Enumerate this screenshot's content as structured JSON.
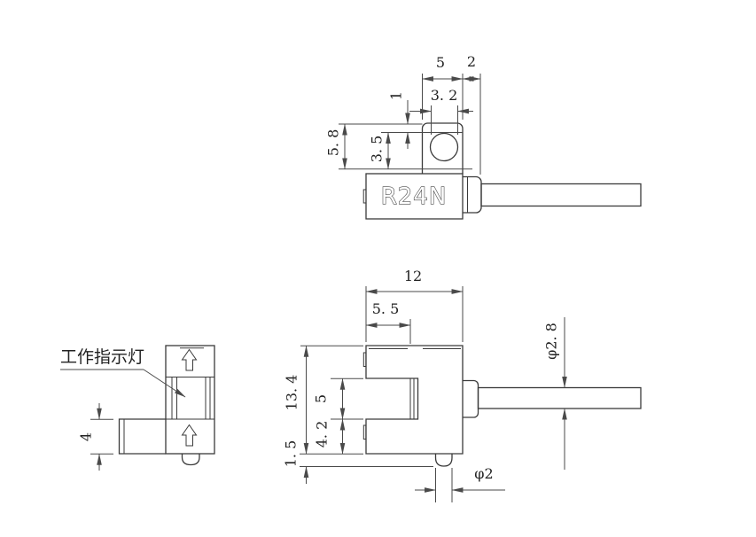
{
  "drawing": {
    "title": "slot photoelectric sensor dimension drawing",
    "colors": {
      "line": "#3a3a3a",
      "dimension": "#4a4a4a",
      "text": "#222222",
      "background": "#ffffff"
    },
    "top_view": {
      "model_label": "R24N",
      "dim_width_5": "5",
      "dim_width_2": "2",
      "dim_hole_3_2": "3. 2",
      "dim_offset_1": "1",
      "dim_depth_3_5": "3. 5",
      "dim_height_5_8": "5. 8"
    },
    "front_view": {
      "dim_width_12": "12",
      "dim_slot_depth_5_5": "5. 5",
      "dim_height_13_4": "13. 4",
      "dim_slot_5": "5",
      "dim_lower_4_2": "4. 2",
      "dim_pin_1_5": "1. 5",
      "dim_cable_dia": "φ2. 8",
      "dim_pin_dia": "φ2"
    },
    "side_view": {
      "indicator_label": "工作指示灯",
      "dim_arm_4": "4"
    }
  }
}
